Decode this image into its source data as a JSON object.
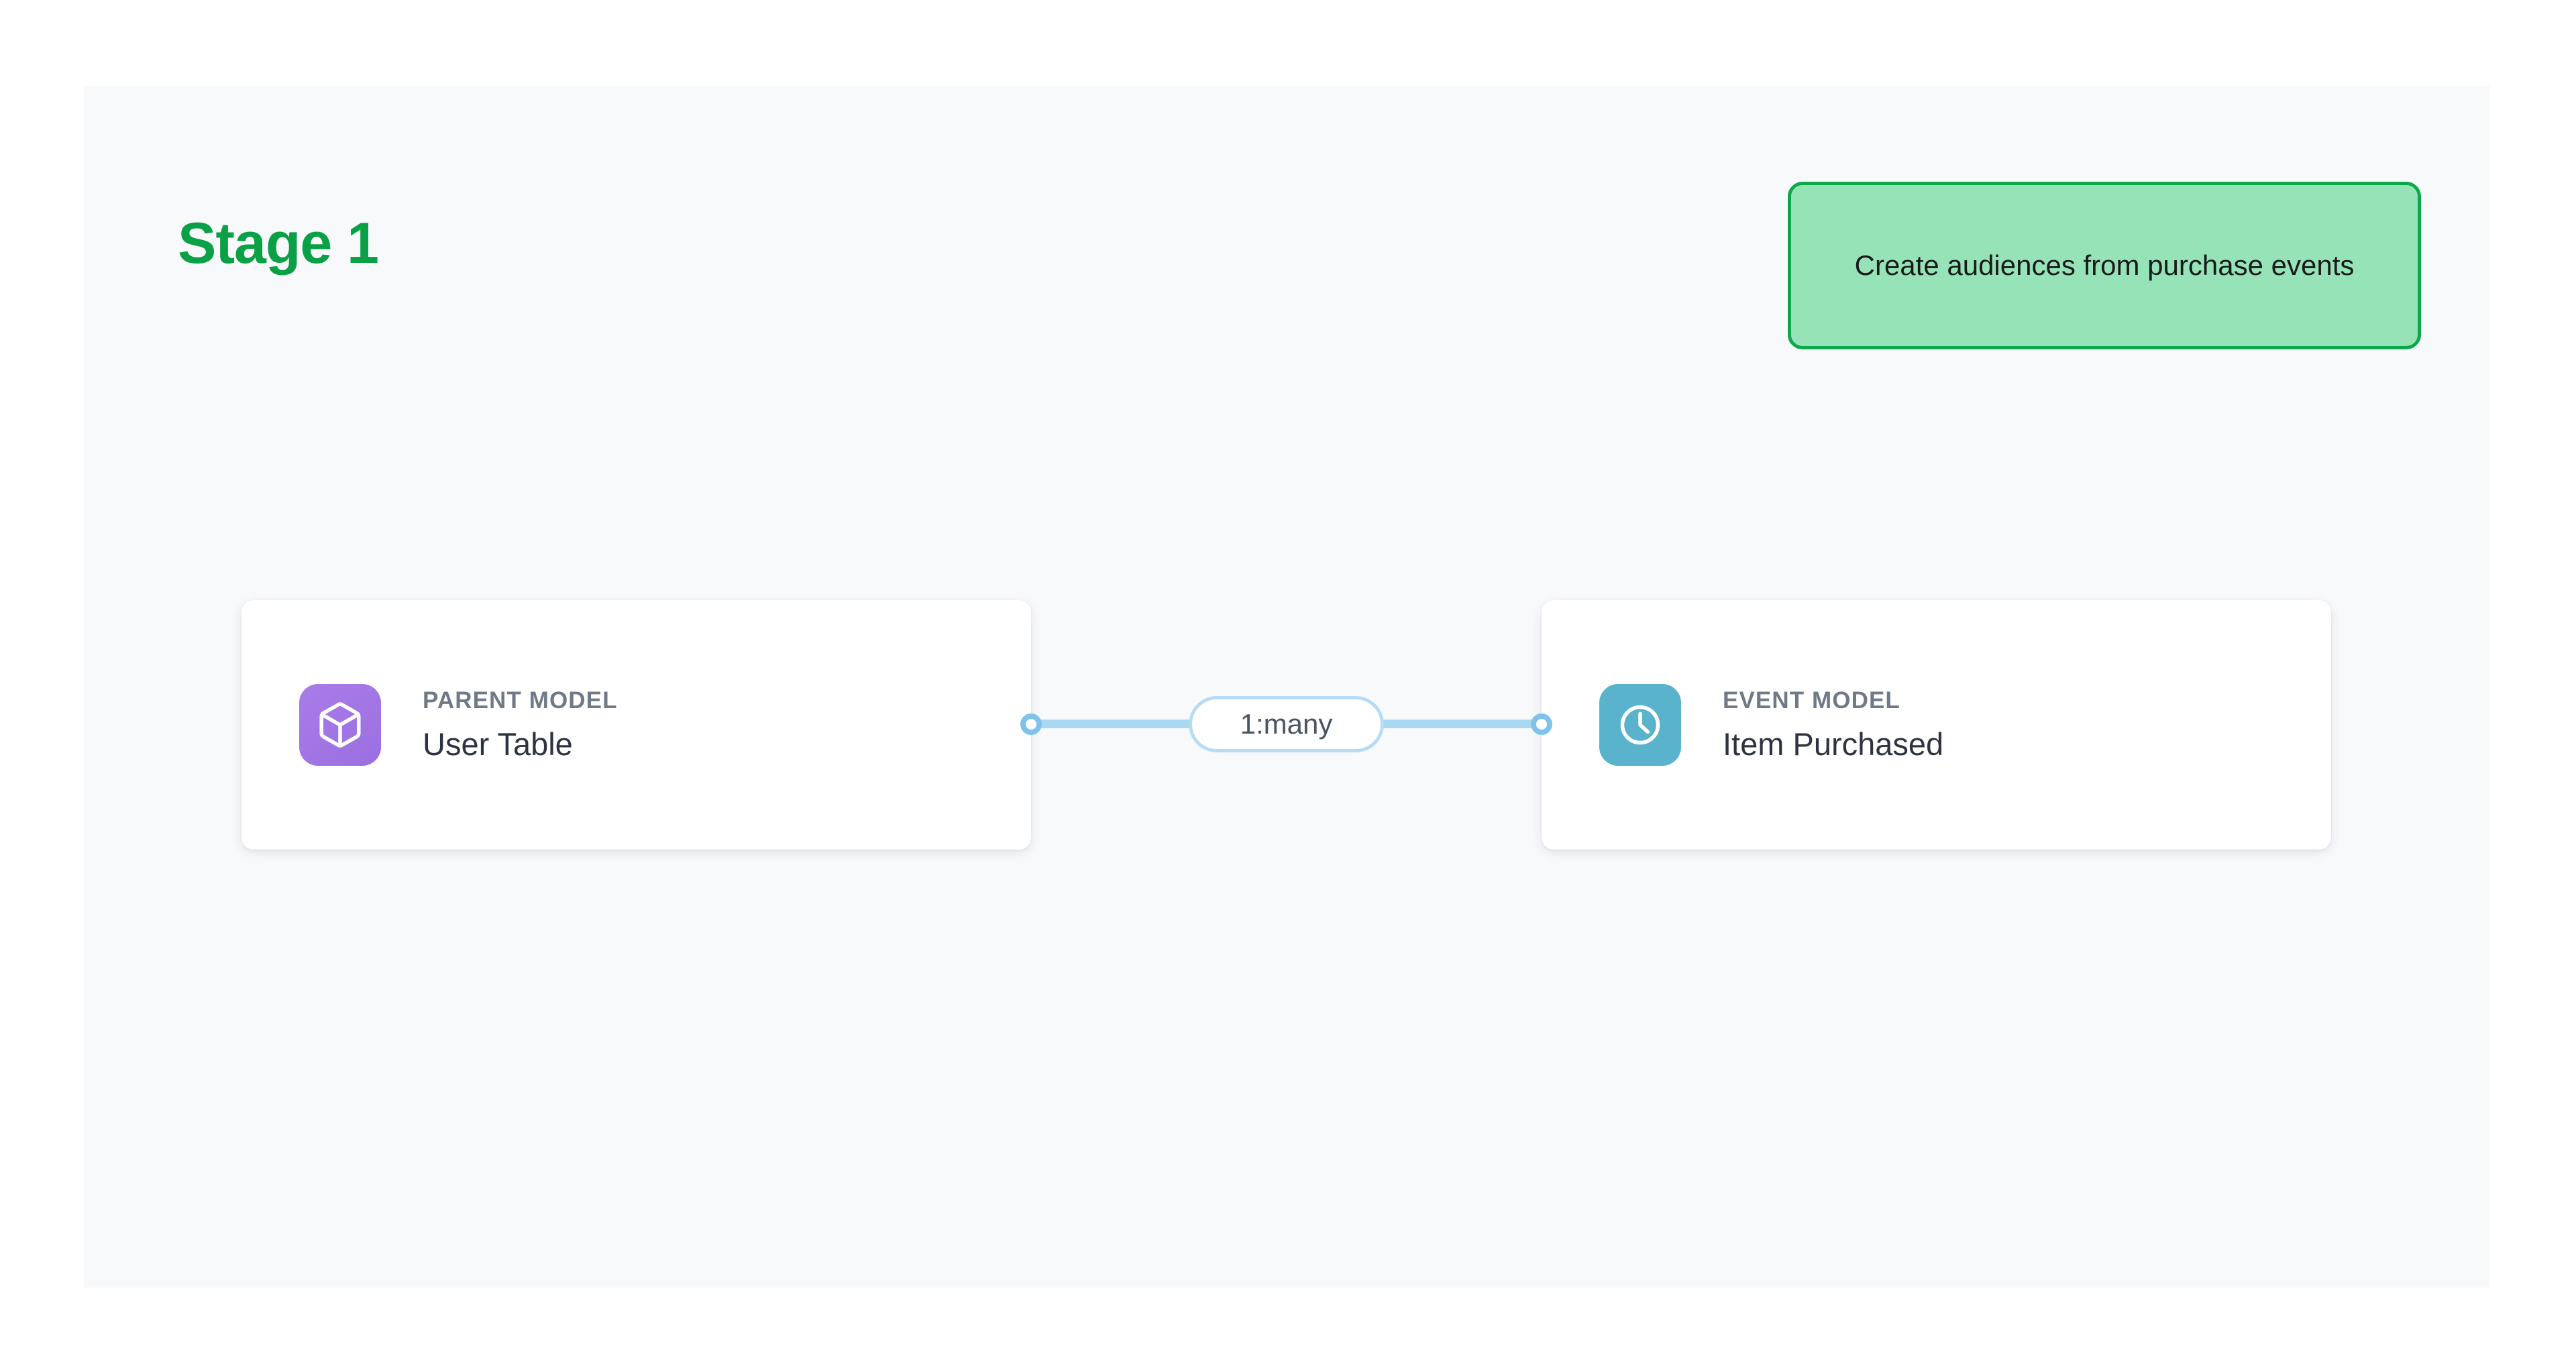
{
  "stage": {
    "title": "Stage 1",
    "title_color": "#0aa045"
  },
  "annotation": {
    "text": "Create audiences from purchase events",
    "border_color": "#0da84a",
    "fill_color": "#7adca5"
  },
  "diagram": {
    "nodes": [
      {
        "id": "parent-model",
        "kicker": "PARENT MODEL",
        "title": "User Table",
        "icon": "cube-icon",
        "icon_color": "#9a6fe0"
      },
      {
        "id": "event-model",
        "kicker": "EVENT MODEL",
        "title": "Item Purchased",
        "icon": "clock-icon",
        "icon_color": "#5ab3cc"
      }
    ],
    "edge": {
      "label": "1:many",
      "color": "#a9d8f2",
      "source": "parent-model",
      "target": "event-model"
    },
    "canvas_background": "#f8f9fb",
    "grid_dot_color": "#dfe2e8"
  }
}
